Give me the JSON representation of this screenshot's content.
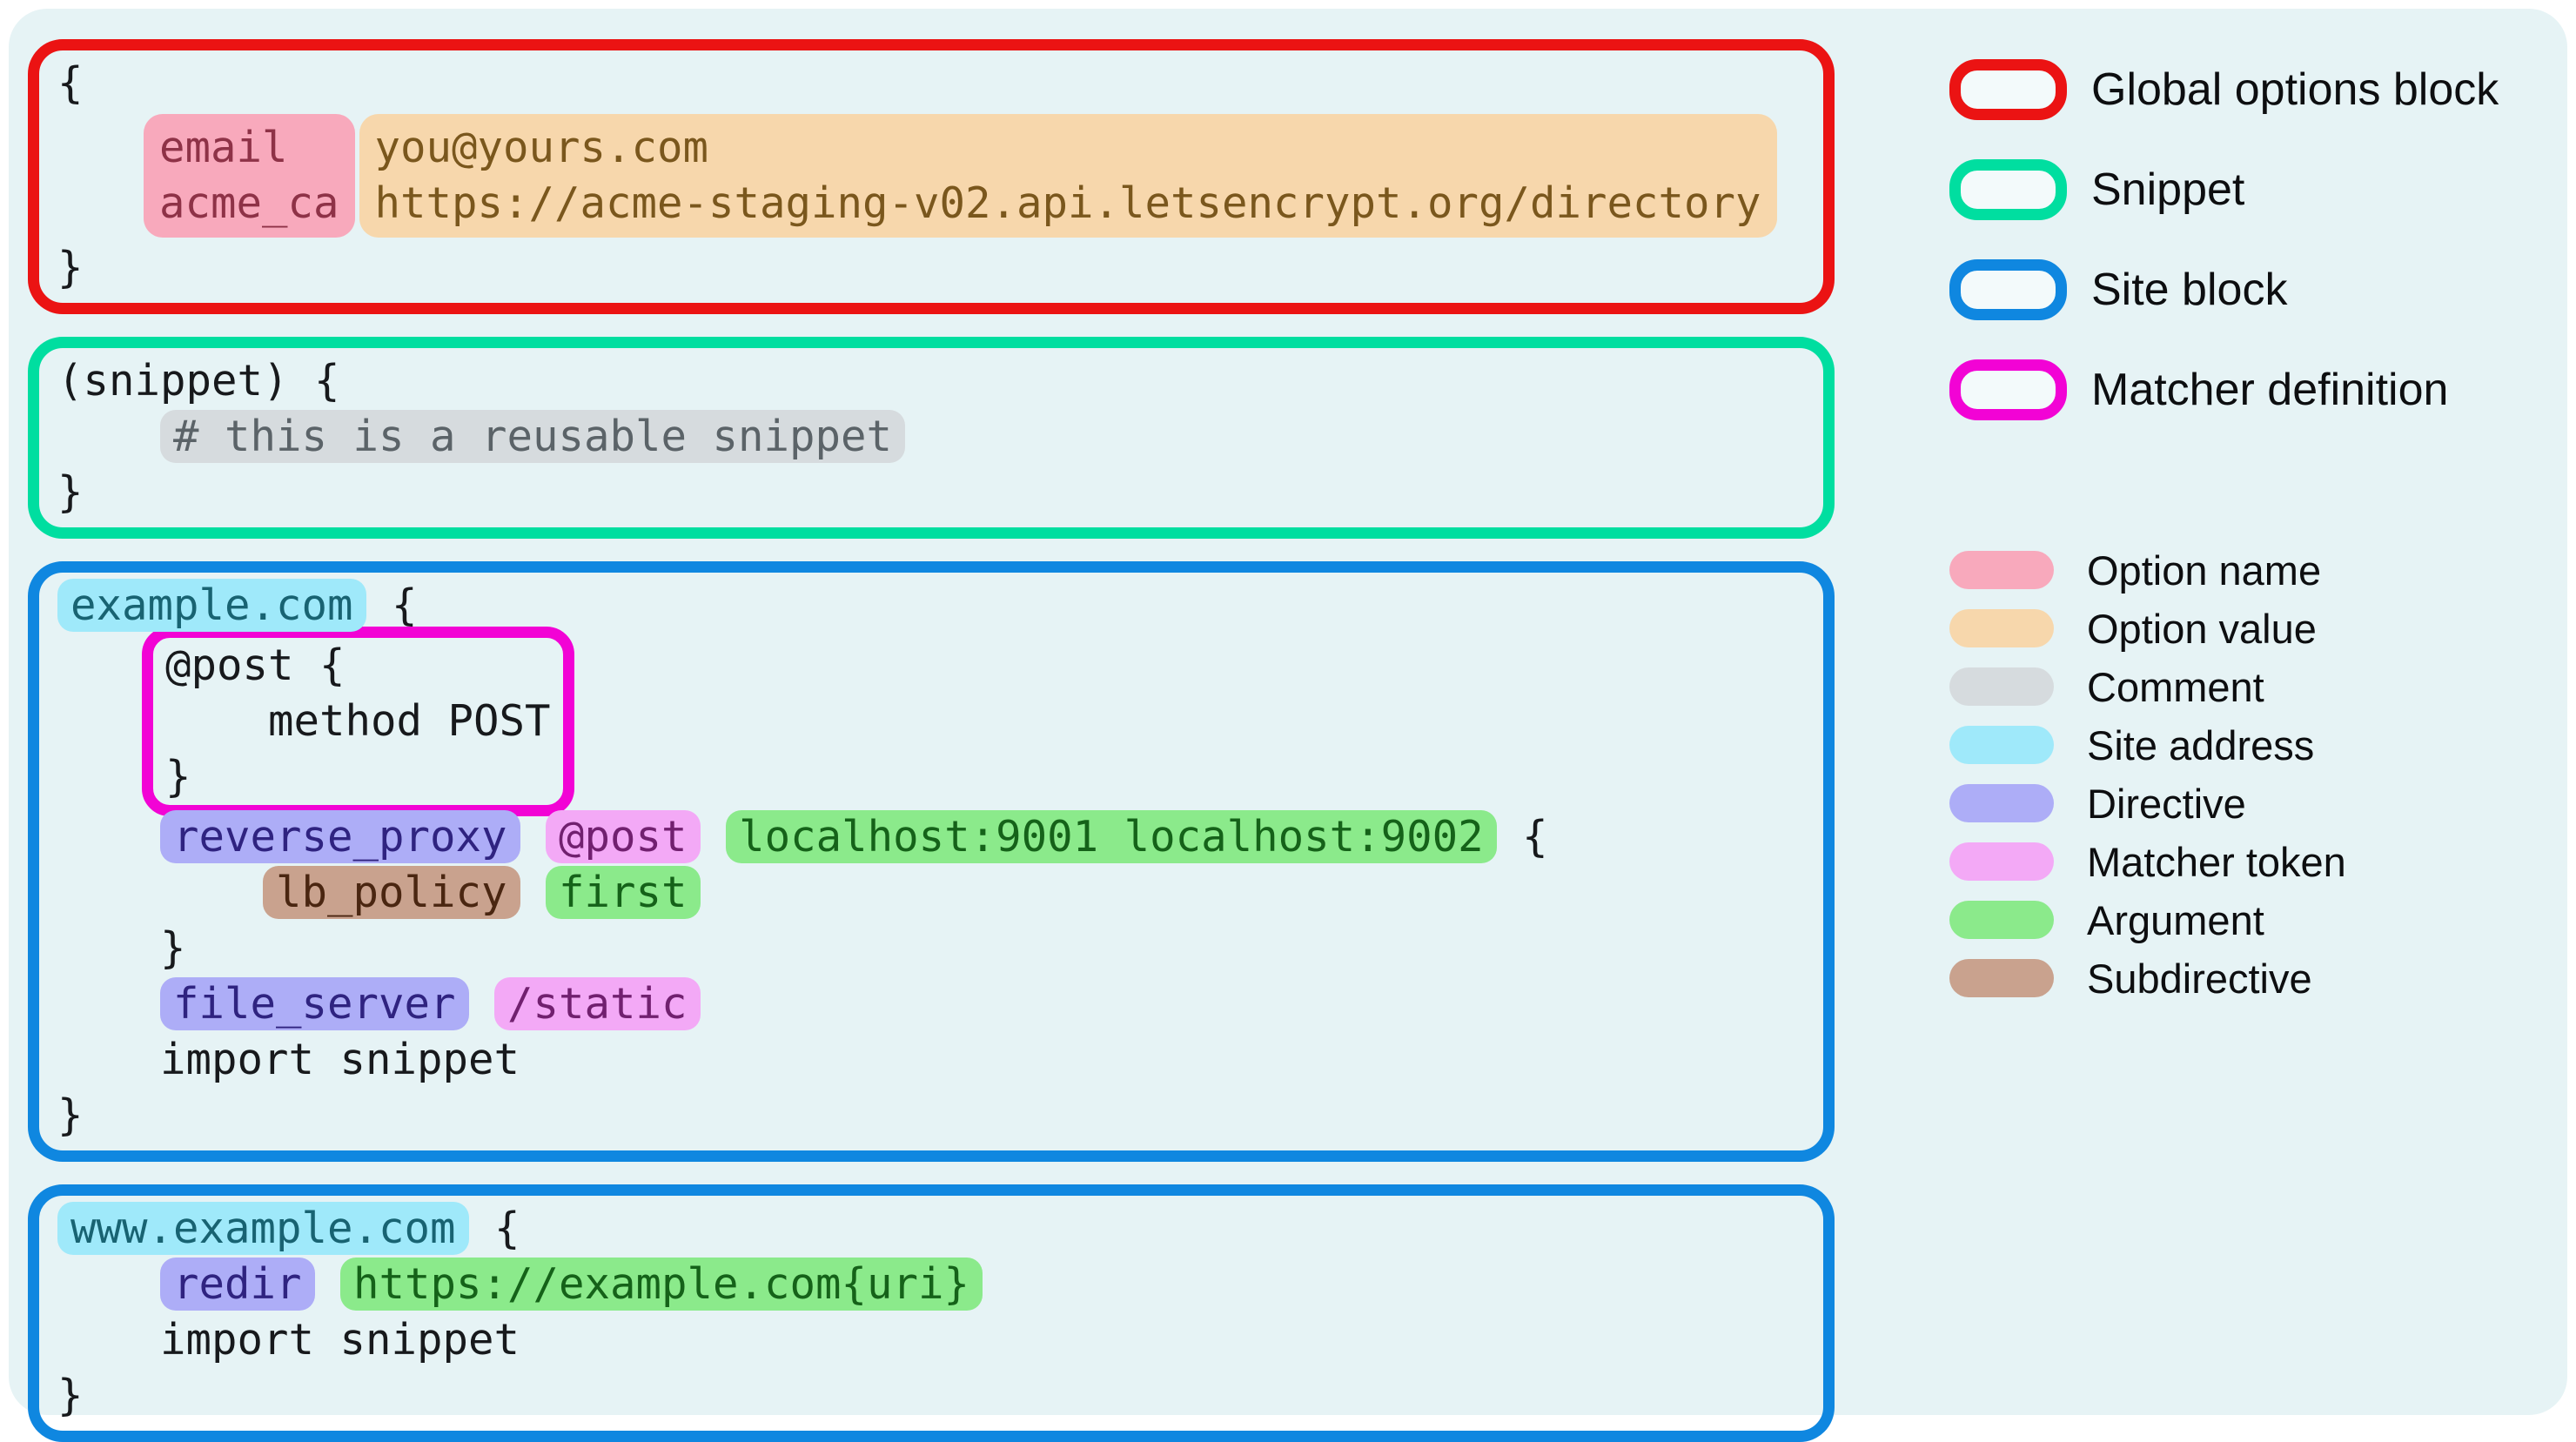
{
  "page": {
    "background": "#E6F3F5",
    "code_text_color": "#17191C"
  },
  "token_styles": {
    "option-name": {
      "bg": "#F8A9BC",
      "fg": "#8E3247"
    },
    "option-value": {
      "bg": "#F7D7AC",
      "fg": "#7A571D"
    },
    "comment": {
      "bg": "#D6DBDE",
      "fg": "#5B6368"
    },
    "site": {
      "bg": "#9FE9FA",
      "fg": "#186372"
    },
    "directive": {
      "bg": "#ADADF7",
      "fg": "#2F2380"
    },
    "matcher": {
      "bg": "#F3A9F6",
      "fg": "#71206F"
    },
    "argument": {
      "bg": "#8BEA8B",
      "fg": "#156219"
    },
    "subdirective": {
      "bg": "#C9A28E",
      "fg": "#4A2611"
    }
  },
  "code_blocks": [
    {
      "name": "global-options-block",
      "border_color": "#EB1313",
      "lines": [
        {
          "segs": [
            {
              "t": "{"
            }
          ]
        },
        {
          "dual": {
            "names_type": "option-name",
            "values_type": "option-value",
            "names": [
              "email",
              "acme_ca"
            ],
            "values": [
              "you@yours.com",
              "https://acme-staging-v02.api.letsencrypt.org/directory"
            ]
          }
        },
        {
          "segs": [
            {
              "t": "}"
            }
          ]
        }
      ]
    },
    {
      "name": "snippet-block",
      "border_color": "#00DEA0",
      "lines": [
        {
          "segs": [
            {
              "t": "(snippet) {"
            }
          ]
        },
        {
          "segs": [
            {
              "t": "    "
            },
            {
              "t": "# this is a reusable snippet",
              "c": "comment"
            }
          ]
        },
        {
          "segs": [
            {
              "t": "}"
            }
          ]
        }
      ]
    },
    {
      "name": "site-block-example",
      "border_color": "#0F87E0",
      "lines": [
        {
          "segs": [
            {
              "t": "example.com",
              "c": "site"
            },
            {
              "t": " {"
            }
          ]
        },
        {
          "box": {
            "name": "matcher-definition-box",
            "border_color": "#F203D5",
            "lines": [
              {
                "segs": [
                  {
                    "t": "@post {"
                  }
                ]
              },
              {
                "segs": [
                  {
                    "t": "    method POST"
                  }
                ]
              },
              {
                "segs": [
                  {
                    "t": "}"
                  }
                ]
              }
            ]
          }
        },
        {
          "segs": [
            {
              "t": "    "
            },
            {
              "t": "reverse_proxy",
              "c": "directive"
            },
            {
              "t": " "
            },
            {
              "t": "@post",
              "c": "matcher"
            },
            {
              "t": " "
            },
            {
              "t": "localhost:9001 localhost:9002",
              "c": "argument"
            },
            {
              "t": " {"
            }
          ]
        },
        {
          "segs": [
            {
              "t": "        "
            },
            {
              "t": "lb_policy",
              "c": "subdirective"
            },
            {
              "t": " "
            },
            {
              "t": "first",
              "c": "argument"
            }
          ]
        },
        {
          "segs": [
            {
              "t": "    }"
            }
          ]
        },
        {
          "segs": [
            {
              "t": "    "
            },
            {
              "t": "file_server",
              "c": "directive"
            },
            {
              "t": " "
            },
            {
              "t": "/static",
              "c": "matcher"
            }
          ]
        },
        {
          "segs": [
            {
              "t": "    import snippet"
            }
          ]
        },
        {
          "segs": [
            {
              "t": "}"
            }
          ]
        }
      ]
    },
    {
      "name": "site-block-www",
      "border_color": "#0F87E0",
      "lines": [
        {
          "segs": [
            {
              "t": "www.example.com",
              "c": "site"
            },
            {
              "t": " {"
            }
          ]
        },
        {
          "segs": [
            {
              "t": "    "
            },
            {
              "t": "redir",
              "c": "directive"
            },
            {
              "t": " "
            },
            {
              "t": "https://example.com{uri}",
              "c": "argument"
            }
          ]
        },
        {
          "segs": [
            {
              "t": "    import snippet"
            }
          ]
        },
        {
          "segs": [
            {
              "t": "}"
            }
          ]
        }
      ]
    }
  ],
  "legend": {
    "outline_items": [
      {
        "label": "Global options block",
        "color": "#EB1313"
      },
      {
        "label": "Snippet",
        "color": "#00DEA0"
      },
      {
        "label": "Site block",
        "color": "#0F87E0"
      },
      {
        "label": "Matcher definition",
        "color": "#F203D5"
      }
    ],
    "fill_items": [
      {
        "label": "Option name",
        "color": "#F8A9BC"
      },
      {
        "label": "Option value",
        "color": "#F7D7AC"
      },
      {
        "label": "Comment",
        "color": "#D6DBDE"
      },
      {
        "label": "Site address",
        "color": "#9FE9FA"
      },
      {
        "label": "Directive",
        "color": "#ADADF7"
      },
      {
        "label": "Matcher token",
        "color": "#F3A9F6"
      },
      {
        "label": "Argument",
        "color": "#8BEA8B"
      },
      {
        "label": "Subdirective",
        "color": "#C9A28E"
      }
    ]
  }
}
